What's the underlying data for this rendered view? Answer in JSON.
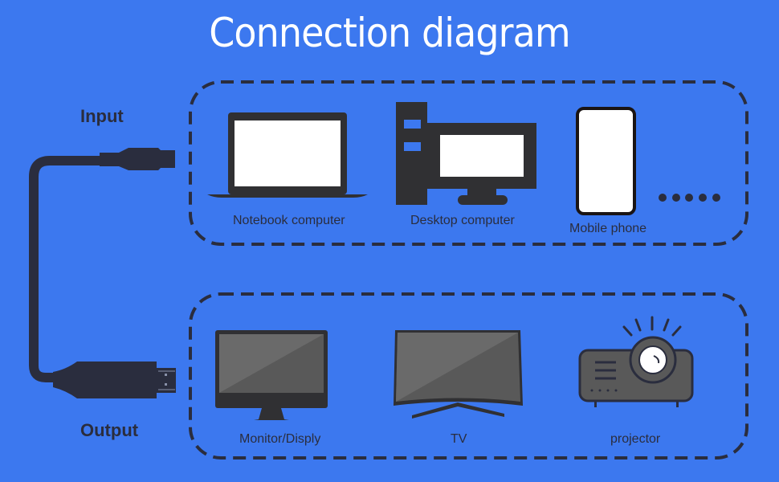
{
  "title": "Connection diagram",
  "cable": {
    "input_label": "Input",
    "output_label": "Output"
  },
  "input_group": {
    "devices": [
      {
        "label": "Notebook computer",
        "icon": "laptop-icon"
      },
      {
        "label": "Desktop computer",
        "icon": "desktop-computer-icon"
      },
      {
        "label": "Mobile phone",
        "icon": "mobile-phone-icon"
      }
    ],
    "more_indicator": "ellipsis-dots-icon"
  },
  "output_group": {
    "devices": [
      {
        "label": "Monitor/Disply",
        "icon": "monitor-icon"
      },
      {
        "label": "TV",
        "icon": "tv-icon"
      },
      {
        "label": "projector",
        "icon": "projector-icon"
      }
    ]
  },
  "colors": {
    "background": "#3c78ef",
    "dark": "#2a2d3e",
    "device_dark": "#303033",
    "screen_white": "#ffffff",
    "screen_gray": "#666666"
  }
}
